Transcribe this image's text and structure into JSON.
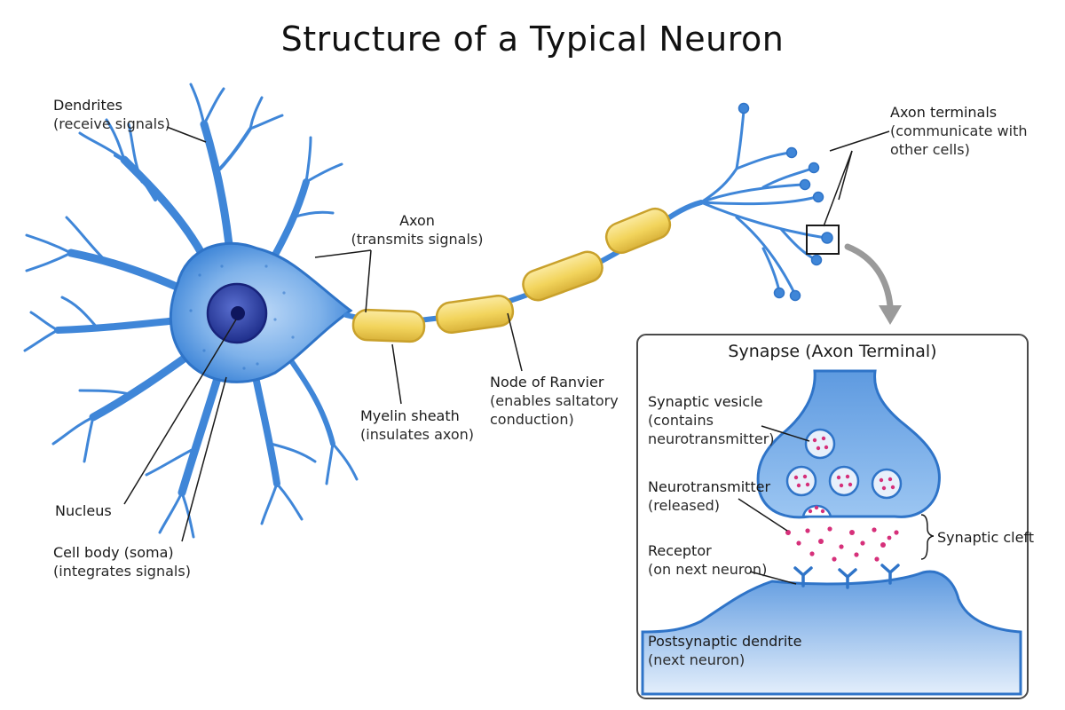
{
  "title": "Structure of a Typical Neuron",
  "labels": {
    "dendrites": {
      "name": "Dendrites",
      "desc": "(receive signals)"
    },
    "axon": {
      "name": "Axon",
      "desc": "(transmits signals)"
    },
    "axon_terminals": {
      "name": "Axon terminals",
      "desc1": "(communicate with",
      "desc2": "other cells)"
    },
    "node_of_ranvier": {
      "name": "Node of Ranvier",
      "desc1": "(enables saltatory",
      "desc2": "conduction)"
    },
    "myelin_sheath": {
      "name": "Myelin sheath",
      "desc": "(insulates axon)"
    },
    "nucleus": {
      "name": "Nucleus"
    },
    "cell_body": {
      "name": "Cell body (soma)",
      "desc": "(integrates signals)"
    }
  },
  "inset": {
    "title": "Synapse (Axon Terminal)",
    "synaptic_vesicle": {
      "name": "Synaptic vesicle",
      "desc1": "(contains",
      "desc2": "neurotransmitter)"
    },
    "neurotransmitter": {
      "name": "Neurotransmitter",
      "desc": "(released)"
    },
    "synaptic_cleft": {
      "name": "Synaptic cleft"
    },
    "receptor": {
      "name": "Receptor",
      "desc": "(on next neuron)"
    },
    "postsynaptic": {
      "name": "Postsynaptic dendrite",
      "desc": "(next neuron)"
    }
  },
  "colors": {
    "neuron_blue": "#3f86d8",
    "neuron_light": "#8fbdee",
    "nucleus": "#2a3fa8",
    "myelin": "#f2d45c",
    "neurotransmitter": "#d6307a",
    "line": "#1a1a1a"
  }
}
